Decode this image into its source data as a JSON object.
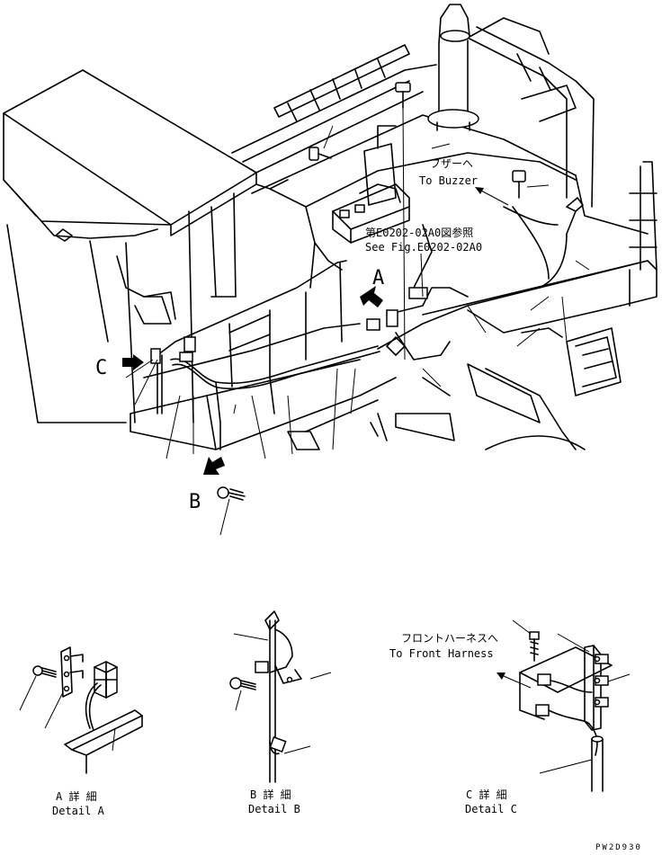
{
  "labels": {
    "buzzer_jp": "ブザーへ",
    "buzzer_en": "To Buzzer",
    "ref_jp": "第E0202-02A0図参照",
    "ref_en": "See Fig.E0202-02A0",
    "callout_a": "A",
    "callout_b": "B",
    "callout_c": "C",
    "front_harness_jp": "フロントハーネスへ",
    "front_harness_en": "To Front Harness"
  },
  "details": [
    {
      "jp": "A 詳 細",
      "en": "Detail A"
    },
    {
      "jp": "B 詳 細",
      "en": "Detail B"
    },
    {
      "jp": "C 詳 細",
      "en": "Detail C"
    }
  ],
  "figure_code": "PW2D930"
}
